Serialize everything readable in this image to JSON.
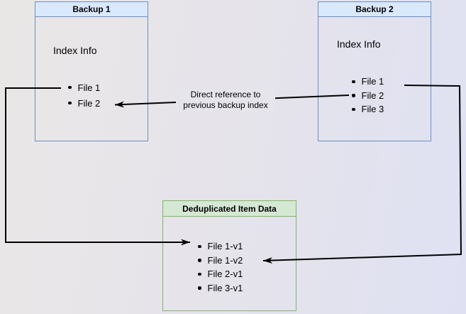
{
  "page": {
    "background_left_color": "#E9E7E6",
    "background_right_color": "#DFE1F3",
    "line_color": "#000000"
  },
  "nodes": {
    "backup1": {
      "title": "Backup 1",
      "section": "Index Info",
      "items": [
        "File 1",
        "File 2"
      ],
      "header_fill": "#DAE8FC",
      "border_color": "#6C8EBF"
    },
    "backup2": {
      "title": "Backup 2",
      "section": "Index Info",
      "items": [
        "File 1",
        "File 2",
        "File 3"
      ],
      "header_fill": "#DAE8FC",
      "border_color": "#6C8EBF"
    },
    "dedup": {
      "title": "Deduplicated Item Data",
      "items": [
        "File 1-v1",
        "File 1-v2",
        "File 2-v1",
        "File 3-v1"
      ],
      "header_fill": "#D5E8D4",
      "border_color": "#82B366"
    }
  },
  "edges": {
    "direct_reference": {
      "label_line1": "Direct reference to",
      "label_line2": "previous backup index"
    }
  }
}
